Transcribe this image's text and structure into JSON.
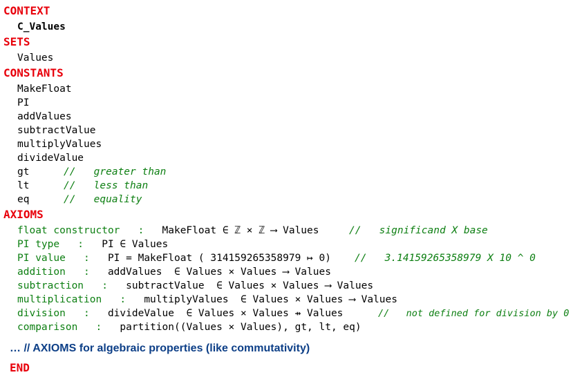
{
  "context": {
    "keyword": "CONTEXT",
    "name": "C_Values"
  },
  "sets": {
    "keyword": "SETS",
    "items": [
      "Values"
    ]
  },
  "constants": {
    "keyword": "CONSTANTS",
    "items": [
      {
        "name": "MakeFloat",
        "comment": ""
      },
      {
        "name": "PI",
        "comment": ""
      },
      {
        "name": "addValues",
        "comment": ""
      },
      {
        "name": "subtractValue",
        "comment": ""
      },
      {
        "name": "multiplyValues",
        "comment": ""
      },
      {
        "name": "divideValue",
        "comment": ""
      },
      {
        "name": "gt",
        "comment": "//   greater than"
      },
      {
        "name": "lt",
        "comment": "//   less than"
      },
      {
        "name": "eq",
        "comment": "//   equality"
      }
    ]
  },
  "axioms": {
    "keyword": "AXIOMS",
    "items": [
      {
        "label": "float constructor",
        "sep": "   :   ",
        "expr": "MakeFloat ∈ ℤ × ℤ ⟶ Values",
        "comment": "//   significand X base"
      },
      {
        "label": "PI type",
        "sep": "   :   ",
        "expr": "PI ∈ Values",
        "comment": ""
      },
      {
        "label": "PI value",
        "sep": "   :   ",
        "expr": "PI = MakeFloat ( 314159265358979 ↦ 0)",
        "comment": "//   3.14159265358979 X 10 ^ 0"
      },
      {
        "label": "addition",
        "sep": "   :   ",
        "expr": "addValues  ∈ Values × Values ⟶ Values",
        "comment": ""
      },
      {
        "label": "subtraction",
        "sep": "   :   ",
        "expr": "subtractValue  ∈ Values × Values ⟶ Values",
        "comment": ""
      },
      {
        "label": "multiplication",
        "sep": "   :   ",
        "expr": "multiplyValues  ∈ Values × Values ⟶ Values",
        "comment": ""
      },
      {
        "label": "division",
        "sep": "   :   ",
        "expr": "divideValue  ∈ Values × Values ⇸ Values",
        "comment": "//   not defined for division by 0"
      },
      {
        "label": "comparison",
        "sep": "   :   ",
        "expr": "partition((Values × Values), gt, lt, eq)",
        "comment": ""
      }
    ]
  },
  "note": "… // AXIOMS for algebraic properties (like commutativity)",
  "end_keyword": "END"
}
